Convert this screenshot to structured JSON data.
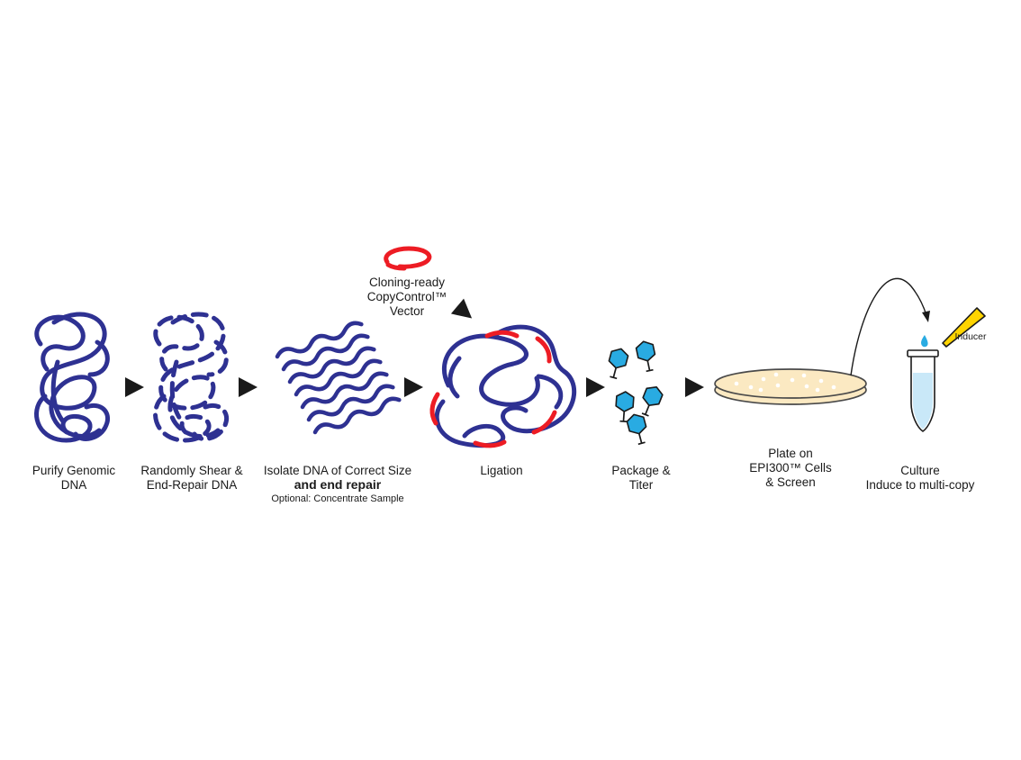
{
  "diagram": {
    "steps": {
      "purify": {
        "line1": "Purify Genomic",
        "line2": "DNA"
      },
      "shear": {
        "line1": "Randomly Shear &",
        "line2": "End-Repair DNA"
      },
      "isolate": {
        "line1": "Isolate DNA of Correct Size",
        "line2": "and end repair",
        "line3": "Optional: Concentrate Sample"
      },
      "ligation": {
        "line1": "Ligation"
      },
      "package": {
        "line1": "Package &",
        "line2": "Titer"
      },
      "plate": {
        "line1": "Plate on",
        "line2": "EPI300™ Cells",
        "line3": "& Screen"
      },
      "culture": {
        "line1": "Culture",
        "line2": "Induce to multi-copy"
      }
    },
    "vector": {
      "line1": "Cloning-ready",
      "line2": "CopyControl™",
      "line3": "Vector"
    },
    "inducer": {
      "label": "Inducer"
    },
    "colors": {
      "dna_blue": "#2e3192",
      "vector_red": "#ed1c24",
      "phage_blue": "#29abe2",
      "plate_fill": "#fbe9c2",
      "pipette_yellow": "#ffd400",
      "liquid_blue": "#c9e8f8",
      "arrow_black": "#1a1a1a"
    }
  }
}
